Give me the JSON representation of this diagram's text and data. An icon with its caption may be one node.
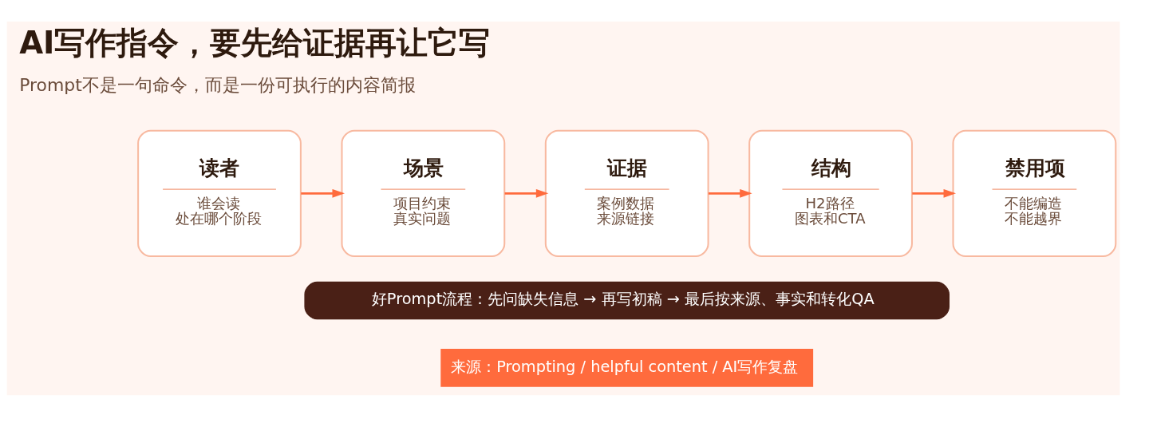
{
  "diagram": {
    "title": "AI写作指令，要先给证据再让它写",
    "nodes": [
      {
        "text": [
          "读者",
          "谁会读",
          "处在哪个阶段"
        ]
      },
      {
        "text": [
          "场景",
          "项目约束",
          "真实问题"
        ]
      },
      {
        "text": [
          "证据",
          "案例数据",
          "来源链接"
        ]
      },
      {
        "text": [
          "结构",
          "H2路径",
          "图表和CTA"
        ]
      },
      {
        "text": [
          "禁用项",
          "不能编造",
          "不能越界"
        ]
      },
      {
        "text": [
          "好Prompt流程：先问缺失信息 → 再写初稿 → 最后按来源、事实和转化QA"
        ]
      }
    ],
    "edges": [
      {
        "from": 0,
        "to": 1,
        "arrow": "to"
      },
      {
        "from": 1,
        "to": 2,
        "arrow": "to"
      },
      {
        "from": 2,
        "to": 3,
        "arrow": "to"
      },
      {
        "from": 3,
        "to": 4,
        "arrow": "to"
      }
    ],
    "labels": [
      "Prompt不是一句命令，而是一份可执行的内容简报",
      "来源：Prompting / helpful content / AI写作复盘"
    ]
  }
}
